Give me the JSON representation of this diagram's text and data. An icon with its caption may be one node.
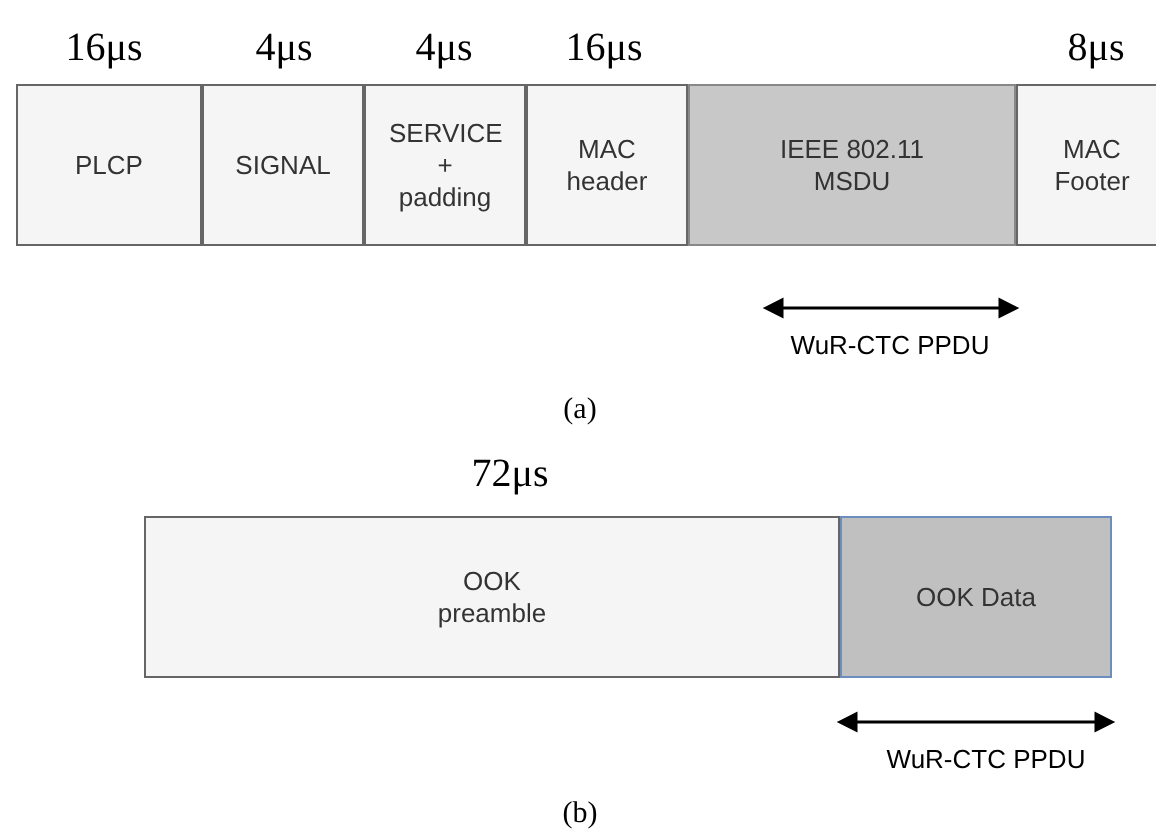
{
  "diagram": {
    "nodes": [
      {
        "text": [
          "PLCP"
        ],
        "beside": [
          "16μs"
        ]
      },
      {
        "text": [
          "SIGNAL"
        ],
        "beside": [
          "4μs"
        ]
      },
      {
        "text": [
          "SERVICE + padding"
        ],
        "beside": [
          "4μs"
        ]
      },
      {
        "text": [
          "MAC header"
        ],
        "beside": [
          "16μs"
        ]
      },
      {
        "text": [
          "IEEE 802.11 MSDU"
        ]
      },
      {
        "text": [
          "MAC Footer"
        ],
        "beside": [
          "8μs"
        ]
      },
      {
        "text": [
          "OOK preamble"
        ],
        "beside": [
          "72μs"
        ]
      },
      {
        "text": [
          "OOK Data"
        ]
      }
    ],
    "edges": [],
    "labels": [
      "WuR-CTC PPDU",
      "(a)",
      "WuR-CTC PPDU",
      "(b)"
    ]
  }
}
